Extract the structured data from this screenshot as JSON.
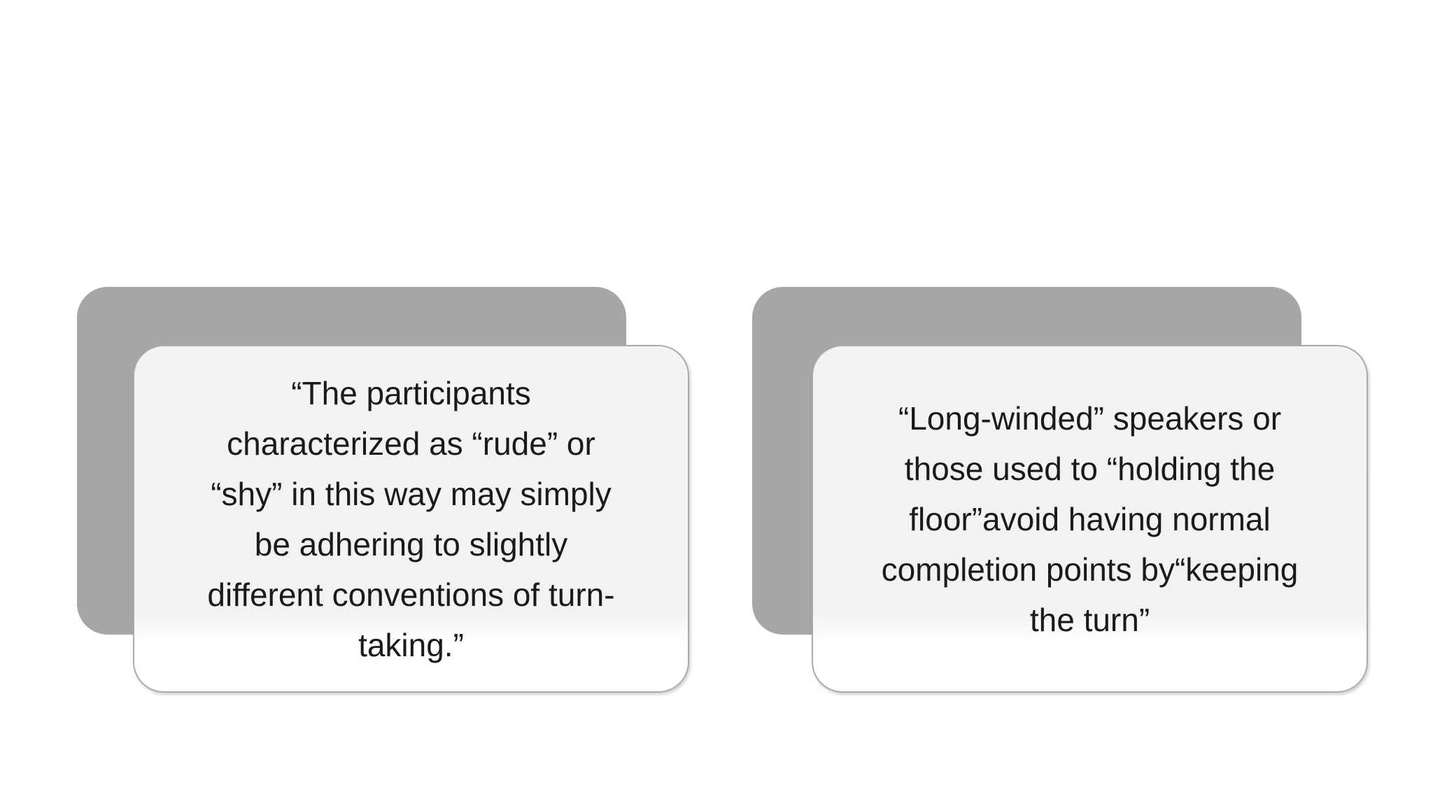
{
  "slide": {
    "background_color": "#ffffff"
  },
  "colors": {
    "back_shape_fill": "#a6a6a6",
    "card_fill_top": "#f2f2f2",
    "card_fill_bottom": "#ffffff",
    "card_border": "#ababab",
    "text": "#1a1a1a"
  },
  "cards": [
    {
      "id": "left-quote-card",
      "text": "“The participants\ncharacterized as “rude” or\n“shy” in this way may simply\nbe adhering to slightly\ndifferent conventions of turn-\ntaking.”"
    },
    {
      "id": "right-quote-card",
      "text": "“Long-winded” speakers or\nthose used to “holding the\nfloor”avoid having normal\ncompletion points by“keeping\nthe turn”"
    }
  ]
}
